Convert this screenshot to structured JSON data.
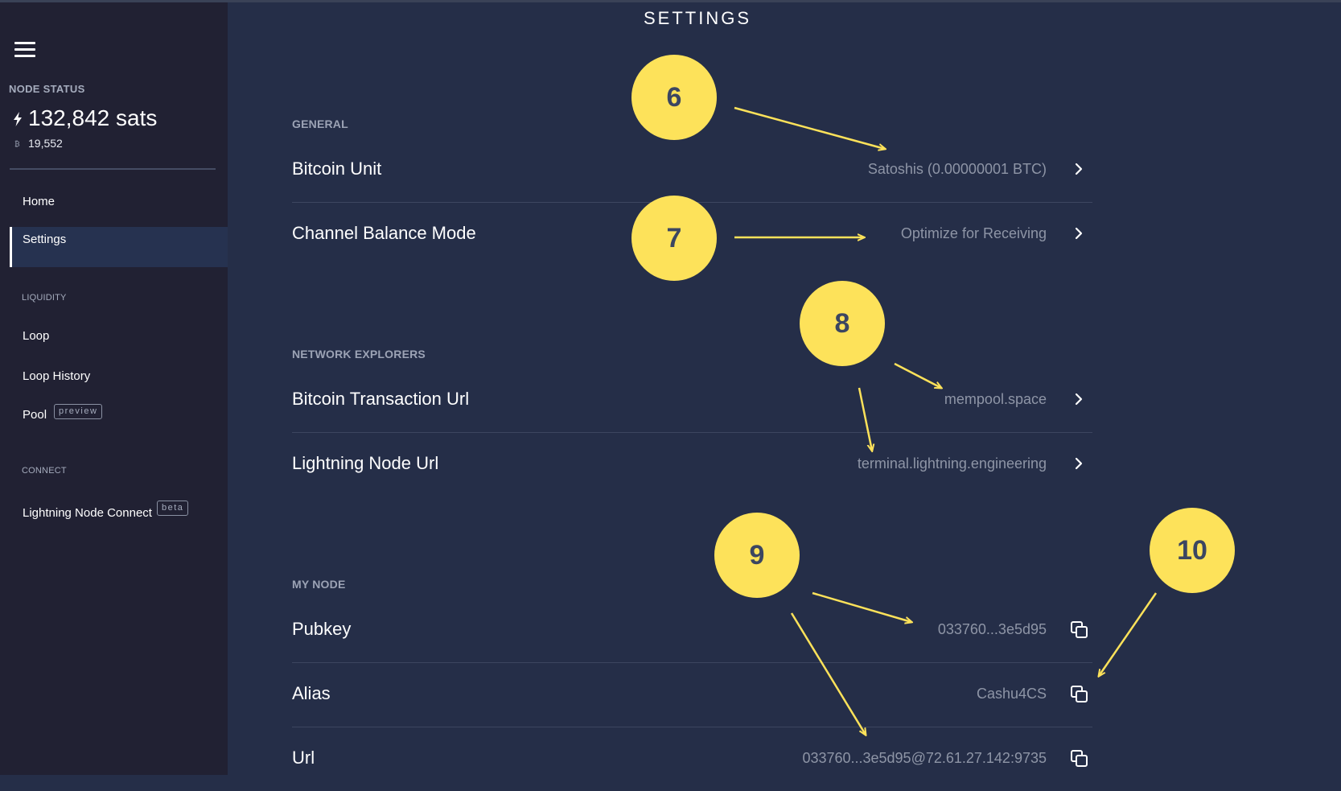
{
  "page": {
    "title": "SETTINGS"
  },
  "sidebar": {
    "node_status_title": "NODE STATUS",
    "sats_balance": "132,842 sats",
    "btc_balance": "19,552",
    "nav": [
      {
        "label": "Home",
        "active": false
      },
      {
        "label": "Settings",
        "active": true
      }
    ],
    "liquidity_title": "LIQUIDITY",
    "liquidity_items": [
      {
        "label": "Loop"
      },
      {
        "label": "Loop History"
      },
      {
        "label": "Pool",
        "badge": "preview"
      }
    ],
    "connect_title": "CONNECT",
    "connect_items": [
      {
        "label": "Lightning Node Connect",
        "badge": "beta"
      }
    ]
  },
  "general": {
    "title": "GENERAL",
    "rows": [
      {
        "label": "Bitcoin Unit",
        "value": "Satoshis (0.00000001 BTC)",
        "icon": "chevron-right-icon"
      },
      {
        "label": "Channel Balance Mode",
        "value": "Optimize for Receiving",
        "icon": "chevron-right-icon"
      }
    ]
  },
  "explorers": {
    "title": "NETWORK EXPLORERS",
    "rows": [
      {
        "label": "Bitcoin Transaction Url",
        "value": "mempool.space",
        "icon": "chevron-right-icon"
      },
      {
        "label": "Lightning Node Url",
        "value": "terminal.lightning.engineering",
        "icon": "chevron-right-icon"
      }
    ]
  },
  "my_node": {
    "title": "MY NODE",
    "rows": [
      {
        "label": "Pubkey",
        "value": "033760...3e5d95",
        "icon": "copy-icon"
      },
      {
        "label": "Alias",
        "value": "Cashu4CS",
        "icon": "copy-icon"
      },
      {
        "label": "Url",
        "value": "033760...3e5d95@72.61.27.142:9735",
        "icon": "copy-icon"
      }
    ]
  },
  "annotations": [
    "6",
    "7",
    "8",
    "9",
    "10"
  ],
  "colors": {
    "background": "#252e48",
    "sidebar": "#212133",
    "annotation": "#fde25a",
    "annotation_text": "#3c4661"
  }
}
